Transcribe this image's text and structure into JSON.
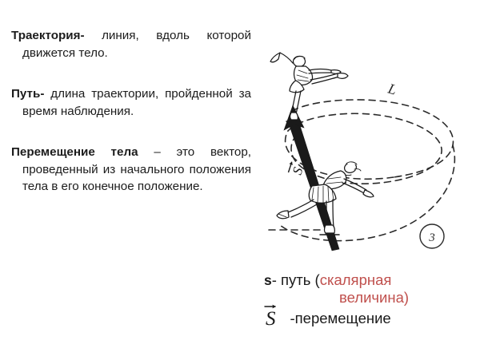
{
  "slide": {
    "page_number": "3",
    "accent_red": "#c0504d",
    "ink": "#1c1c1c",
    "background": "#ffffff"
  },
  "definitions": [
    {
      "id": "trajectory",
      "term": "Траектория-",
      "body": " линия, вдоль которой движется тело."
    },
    {
      "id": "path",
      "term": "Путь-",
      "body": " длина траектории, пройденной за время наблюдения."
    },
    {
      "id": "displacement",
      "term": "Перемещение тела",
      "body": " – это вектор, проведенный из начального положения тела в его конечное положение."
    }
  ],
  "illustration": {
    "label_trajectory": "L",
    "label_vector": "S",
    "page_badge": "3",
    "caption_alt": "Фигуристка движется по спиральной траектории; жирная стрелка — вектор перемещения"
  },
  "legend": {
    "path_symbol": "s",
    "path_dash": "- путь (",
    "path_scalar_line1": "скалярная",
    "path_scalar_line2": "величина)",
    "displacement_symbol": "S",
    "displacement_label": "-перемещение"
  }
}
